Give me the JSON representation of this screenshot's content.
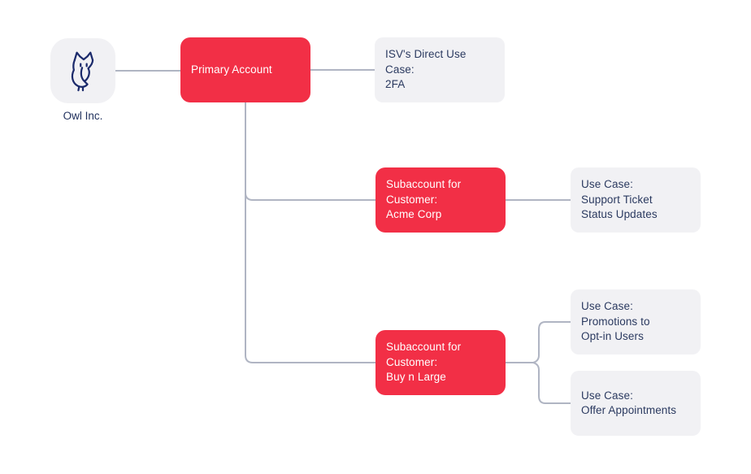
{
  "colors": {
    "accent_red": "#F22F46",
    "node_gray_bg": "#F1F1F4",
    "text_navy": "#2B3A60",
    "text_on_red": "#FFFFFF",
    "connector_gray": "#B0B5C3",
    "owl_navy": "#1B2A6B"
  },
  "icons": {
    "owl": "owl-icon"
  },
  "nodes": {
    "owl": {
      "label": "Owl Inc."
    },
    "primary": {
      "line1": "Primary Account"
    },
    "isv": {
      "line1": "ISV's Direct Use Case:",
      "line2": "2FA"
    },
    "acme": {
      "line1": "Subaccount for",
      "line2": "Customer:",
      "line3": "Acme Corp"
    },
    "acme_usecase": {
      "line1": "Use Case:",
      "line2": "Support Ticket",
      "line3": "Status Updates"
    },
    "buynlarge": {
      "line1": "Subaccount for",
      "line2": "Customer:",
      "line3": "Buy n Large"
    },
    "buynlarge_usecase_1": {
      "line1": "Use Case:",
      "line2": "Promotions to",
      "line3": "Opt-in Users"
    },
    "buynlarge_usecase_2": {
      "line1": "Use Case:",
      "line2": "Offer Appointments"
    }
  }
}
